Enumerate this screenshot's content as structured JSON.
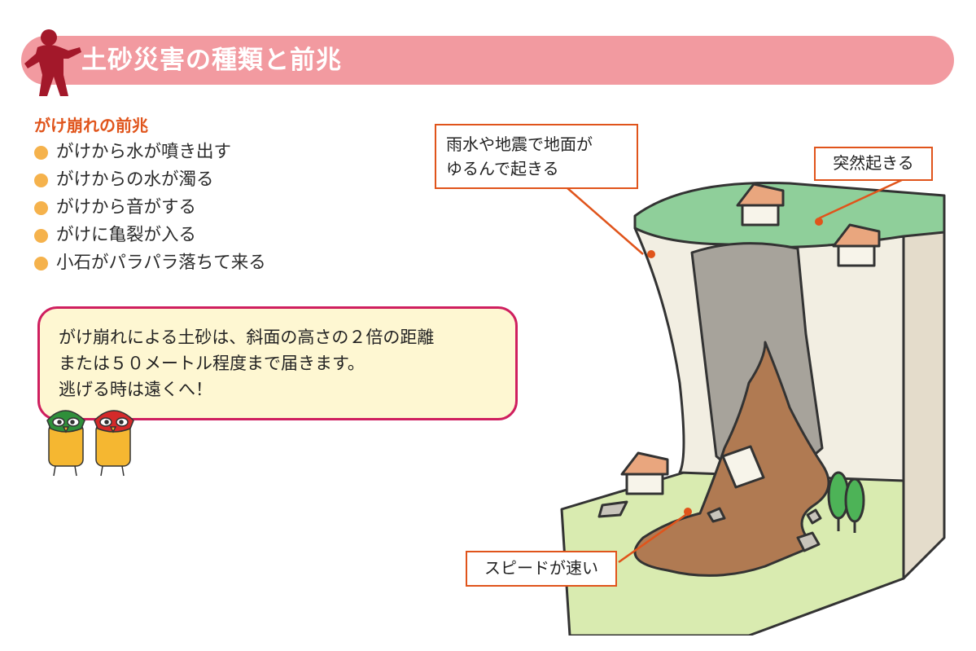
{
  "header": {
    "title": "土砂災害の種類と前兆"
  },
  "section": {
    "heading": "がけ崩れの前兆"
  },
  "omens": [
    "がけから水が噴き出す",
    "がけからの水が濁る",
    "がけから音がする",
    "がけに亀裂が入る",
    "小石がパラパラ落ちて来る"
  ],
  "note": {
    "lines": [
      "がけ崩れによる土砂は、斜面の高さの２倍の距離",
      "または５０メートル程度まで届きます。",
      "逃げる時は遠くへ！"
    ]
  },
  "callouts": {
    "cause_line1": "雨水や地震で地面が",
    "cause_line2": "ゆるんで起きる",
    "sudden": "突然起きる",
    "speed": "スピードが速い"
  },
  "colors": {
    "header_bar": "#f29aa0",
    "heading_orange": "#e0541b",
    "bullet": "#f5b24c",
    "note_border": "#cf1f5f",
    "note_fill": "#fef7d2",
    "grass": "#8fcf9a",
    "cliff": "#f2eee2",
    "mud": "#b07a52",
    "rock": "#a7a39b"
  }
}
